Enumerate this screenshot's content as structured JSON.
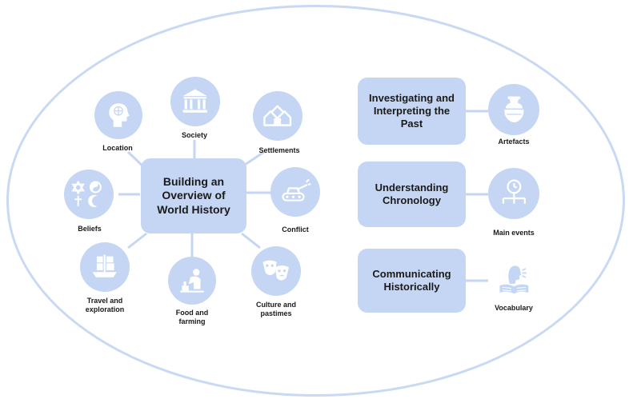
{
  "center": {
    "label": "Building an\nOverview of\nWorld History"
  },
  "spokes": [
    {
      "id": "location",
      "label": "Location",
      "icon": "head-icon"
    },
    {
      "id": "society",
      "label": "Society",
      "icon": "building-icon"
    },
    {
      "id": "settlements",
      "label": "Settlements",
      "icon": "houses-icon"
    },
    {
      "id": "conflict",
      "label": "Conflict",
      "icon": "tank-icon"
    },
    {
      "id": "culture",
      "label": "Culture and\npastimes",
      "icon": "masks-icon"
    },
    {
      "id": "food",
      "label": "Food and\nfarming",
      "icon": "farmer-icon"
    },
    {
      "id": "travel",
      "label": "Travel and\nexploration",
      "icon": "ship-icon"
    },
    {
      "id": "beliefs",
      "label": "Beliefs",
      "icon": "religious-symbols-icon"
    }
  ],
  "skills": [
    {
      "id": "investigating",
      "label": "Investigating and\nInterpreting the\nPast",
      "node_label": "Artefacts",
      "icon": "vase-icon"
    },
    {
      "id": "chronology",
      "label": "Understanding\nChronology",
      "node_label": "Main events",
      "icon": "timeline-clock-icon"
    },
    {
      "id": "communicating",
      "label": "Communicating\nHistorically",
      "node_label": "Vocabulary",
      "icon": "reading-speaker-icon"
    }
  ],
  "colors": {
    "fill": "#c5d6f4",
    "outline": "#c9d9f3",
    "connector": "#c5d6f4",
    "icon": "#ffffff"
  }
}
